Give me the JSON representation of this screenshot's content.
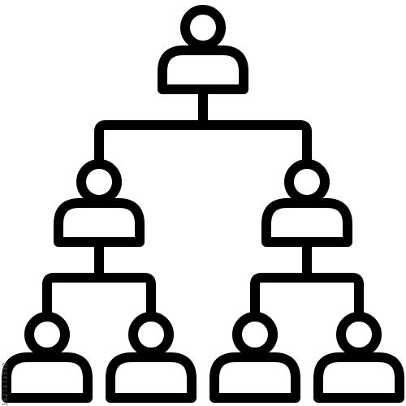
{
  "diagram": {
    "type": "hierarchy",
    "stroke_color": "#000000",
    "background_color": "#ffffff",
    "icon": "person-icon",
    "levels": [
      {
        "level": 1,
        "nodes": [
          "root"
        ]
      },
      {
        "level": 2,
        "nodes": [
          "left-manager",
          "right-manager"
        ]
      },
      {
        "level": 3,
        "nodes": [
          "left-left-member",
          "left-right-member",
          "right-left-member",
          "right-right-member"
        ]
      }
    ],
    "edges": [
      [
        "root",
        "left-manager"
      ],
      [
        "root",
        "right-manager"
      ],
      [
        "left-manager",
        "left-left-member"
      ],
      [
        "left-manager",
        "left-right-member"
      ],
      [
        "right-manager",
        "right-left-member"
      ],
      [
        "right-manager",
        "right-right-member"
      ]
    ]
  },
  "watermark": {
    "side_text": "1527474548"
  }
}
